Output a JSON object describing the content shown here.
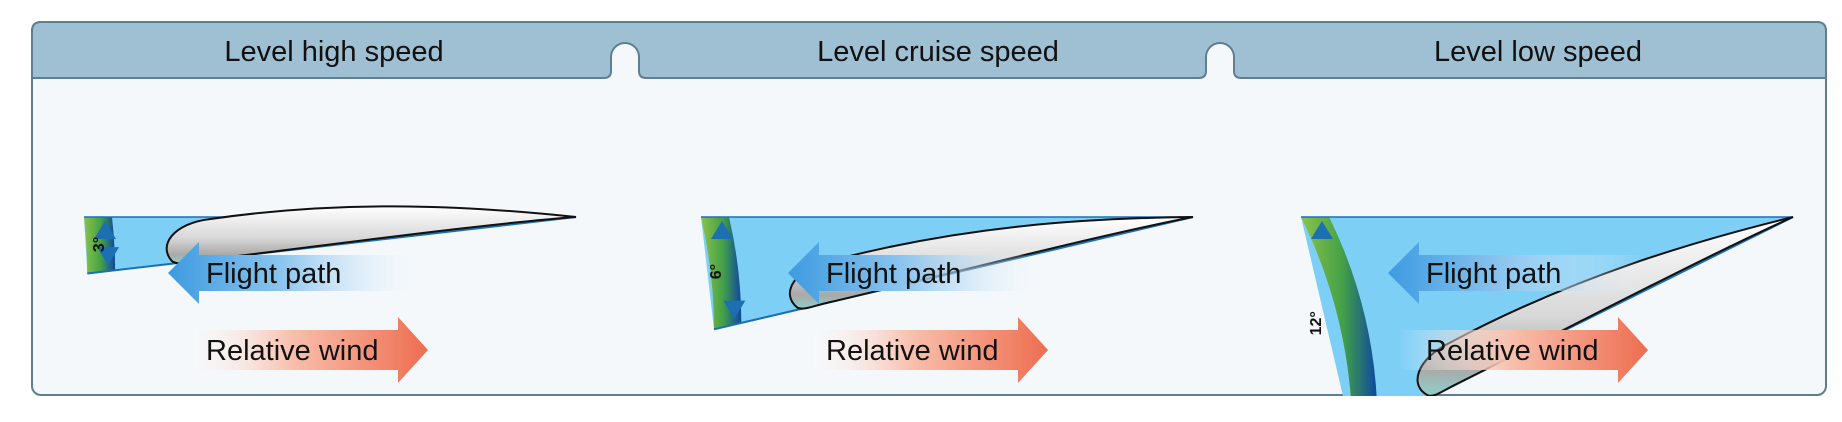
{
  "colors": {
    "header_band": "#9fbfd3",
    "panel_background": "#f4f8fb",
    "frame_border": "#5f7e92",
    "chord_wedge": "#7ecff6",
    "angle_arc_start": "#8bc34a",
    "angle_arc_end": "#1565a8",
    "marker": "#1c6fb3",
    "flight_path_arrow": "#3d9be0",
    "relative_wind_arrow": "#ee6d4f",
    "airfoil_fill": "#e6e6e6"
  },
  "panels": [
    {
      "title": "Level high speed",
      "angle_of_attack_deg": 3,
      "angle_label": "3°",
      "flight_path_label": "Flight path",
      "relative_wind_label": "Relative wind"
    },
    {
      "title": "Level cruise speed",
      "angle_of_attack_deg": 6,
      "angle_label": "6°",
      "flight_path_label": "Flight path",
      "relative_wind_label": "Relative wind"
    },
    {
      "title": "Level low speed",
      "angle_of_attack_deg": 12,
      "angle_label": "12°",
      "flight_path_label": "Flight path",
      "relative_wind_label": "Relative wind"
    }
  ]
}
